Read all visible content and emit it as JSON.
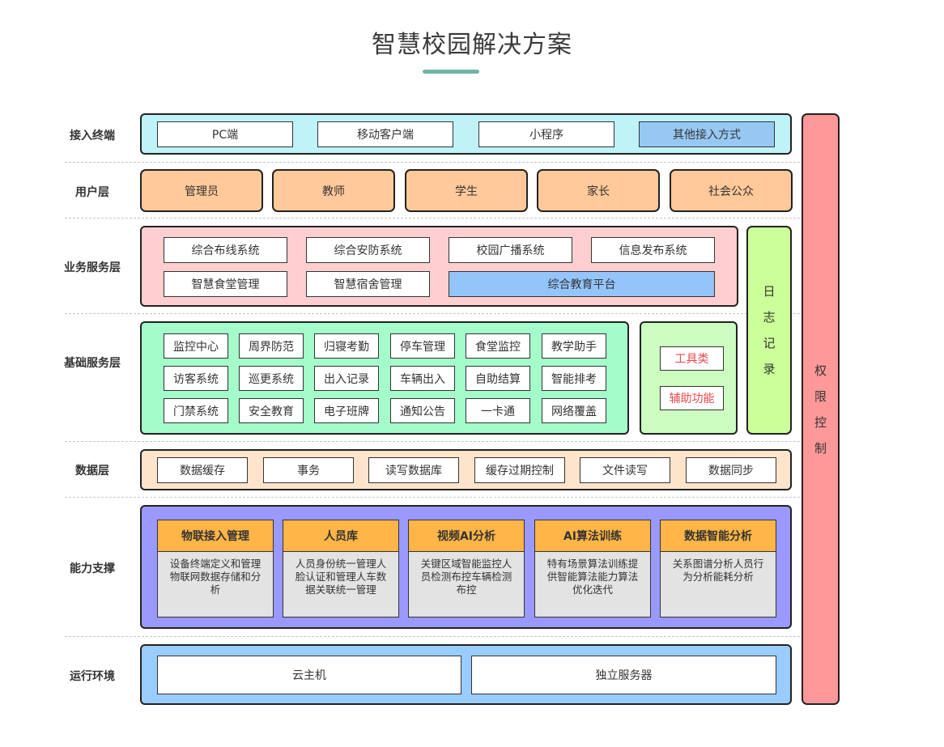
{
  "title": "智慧校园解决方案",
  "rows": {
    "access": {
      "label": "接入终端",
      "items": [
        "PC端",
        "移动客户端",
        "小程序",
        "其他接入方式"
      ]
    },
    "user": {
      "label": "用户层",
      "items": [
        "管理员",
        "教师",
        "学生",
        "家长",
        "社会公众"
      ]
    },
    "business": {
      "label": "业务服务层",
      "items": [
        "综合布线系统",
        "综合安防系统",
        "校园广播系统",
        "信息发布系统",
        "智慧食堂管理",
        "智慧宿舍管理",
        "综合教育平台"
      ]
    },
    "basic": {
      "label": "基础服务层",
      "items": [
        "监控中心",
        "周界防范",
        "归寝考勤",
        "停车管理",
        "食堂监控",
        "教学助手",
        "访客系统",
        "巡更系统",
        "出入记录",
        "车辆出入",
        "自助结算",
        "智能排考",
        "门禁系统",
        "安全教育",
        "电子班牌",
        "通知公告",
        "一卡通",
        "网络覆盖"
      ],
      "tools": [
        "工具类",
        "辅助功能"
      ]
    },
    "data": {
      "label": "数据层",
      "items": [
        "数据缓存",
        "事务",
        "读写数据库",
        "缓存过期控制",
        "文件读写",
        "数据同步"
      ]
    },
    "capability": {
      "label": "能力支撑",
      "cards": [
        {
          "title": "物联接入管理",
          "desc": "设备终端定义和管理物联网数据存储和分析"
        },
        {
          "title": "人员库",
          "desc": "人员身份统一管理人脸认证和管理人车数据关联统一管理"
        },
        {
          "title": "视频AI分析",
          "desc": "关键区域智能监控人员检测布控车辆检测布控"
        },
        {
          "title": "AI算法训练",
          "desc": "特有场景算法训练提供智能算法能力算法优化迭代"
        },
        {
          "title": "数据智能分析",
          "desc": "关系图谱分析人员行为分析能耗分析"
        }
      ]
    },
    "runtime": {
      "label": "运行环境",
      "items": [
        "云主机",
        "独立服务器"
      ]
    }
  },
  "side": {
    "log": [
      "日",
      "志",
      "记",
      "录"
    ],
    "permission": [
      "权",
      "限",
      "控",
      "制"
    ]
  },
  "colors": {
    "access_panel": "#bff3f7",
    "access_highlight": "#97c8f4",
    "user_box": "#ffc99a",
    "business_panel": "#ffcfd0",
    "business_highlight": "#94c5fa",
    "basic_panel": "#a5fccb",
    "tool_panel": "#ccfcc0",
    "log_panel": "#ccff99",
    "data_panel": "#ffe4cc",
    "capability_panel": "#9999ff",
    "card_head": "#ffb547",
    "runtime_panel": "#99ccff",
    "permission_panel": "#ff9999",
    "title_bar": "#6fb5a6"
  }
}
